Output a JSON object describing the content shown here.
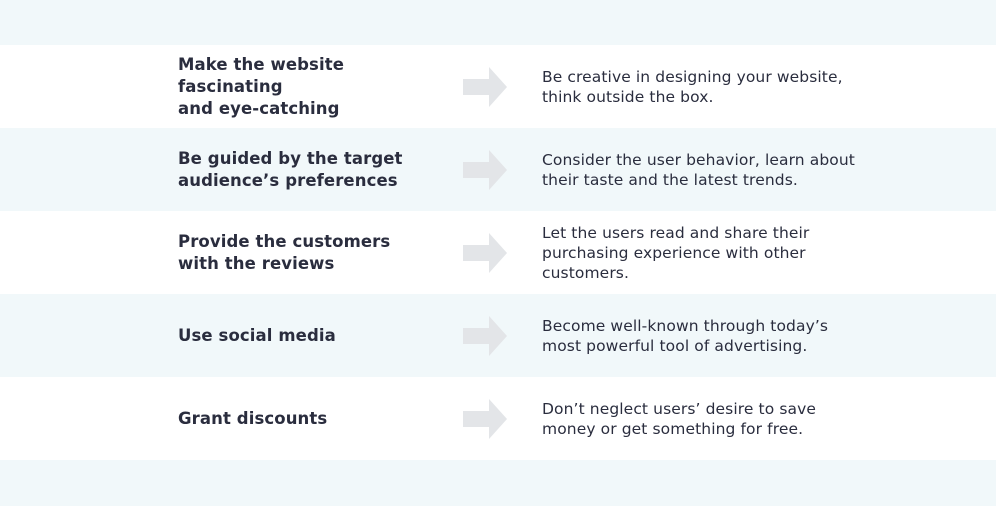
{
  "rows": [
    {
      "action": "Make the website fascinating\nand eye-catching",
      "description": "Be creative in designing your website,\nthink outside the box."
    },
    {
      "action": "Be guided by the target\naudience’s preferences",
      "description": "Consider the user behavior, learn about\ntheir taste and the latest trends."
    },
    {
      "action": "Provide the customers\nwith the reviews",
      "description": "Let the users read and share their\npurchasing experience with other\ncustomers."
    },
    {
      "action": "Use social media",
      "description": "Become well-known through today’s\nmost powerful tool of advertising."
    },
    {
      "action": "Grant discounts",
      "description": "Don’t neglect users’ desire to save\nmoney or get something for free."
    }
  ],
  "icons": {
    "arrow": "arrow-right-icon"
  },
  "colors": {
    "text": "#2a2d3e",
    "band": "#f1f8fa",
    "row_white": "#ffffff",
    "arrow": "#e3e5e8"
  }
}
